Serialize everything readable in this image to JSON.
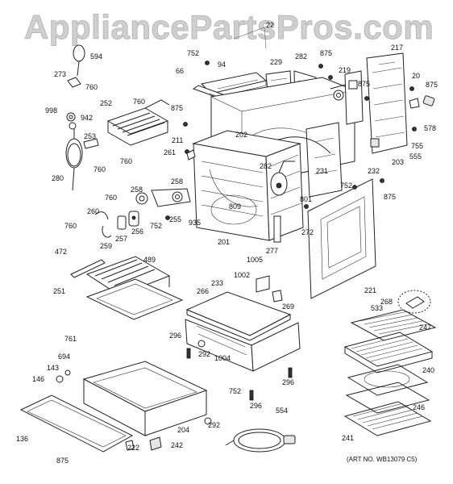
{
  "watermark": "AppliancePartsPros.com",
  "art_number": "(ART NO. WB13079 C5)",
  "labels": {
    "l22": "22",
    "l594": "594",
    "l752a": "752",
    "l94": "94",
    "l229": "229",
    "l282a": "282",
    "l875a": "875",
    "l217": "217",
    "l273": "273",
    "l760a": "760",
    "l66": "66",
    "l219": "219",
    "l875b": "875",
    "l20": "20",
    "l875c": "875",
    "l998": "998",
    "l942": "942",
    "l252": "252",
    "l760b": "760",
    "l875d": "875",
    "l578": "578",
    "l211": "211",
    "l202": "202",
    "l253": "253",
    "l261": "261",
    "l755": "755",
    "l555": "555",
    "l203": "203",
    "l760c": "760",
    "l760d": "760",
    "l282b": "282",
    "l231": "231",
    "l232": "232",
    "l280": "280",
    "l258a": "258",
    "l258b": "258",
    "l760e": "760",
    "l801": "801",
    "l752b": "752",
    "l875e": "875",
    "l809": "809",
    "l260": "260",
    "l935": "935",
    "l255": "255",
    "l752c": "752",
    "l256": "256",
    "l257": "257",
    "l259": "259",
    "l760f": "760",
    "l201": "201",
    "l277": "277",
    "l272": "272",
    "l472": "472",
    "l1005": "1005",
    "l489": "489",
    "l1002": "1002",
    "l251": "251",
    "l233": "233",
    "l221": "221",
    "l266": "266",
    "l268": "268",
    "l269": "269",
    "l533": "533",
    "l247": "247",
    "l761": "761",
    "l296a": "296",
    "l292a": "292",
    "l1004": "1004",
    "l694": "694",
    "l143": "143",
    "l146": "146",
    "l240": "240",
    "l752d": "752",
    "l296b": "296",
    "l296c": "296",
    "l246": "246",
    "l554": "554",
    "l136": "136",
    "l204": "204",
    "l292b": "292",
    "l222": "222",
    "l242": "242",
    "l241": "241",
    "l875f": "875"
  }
}
